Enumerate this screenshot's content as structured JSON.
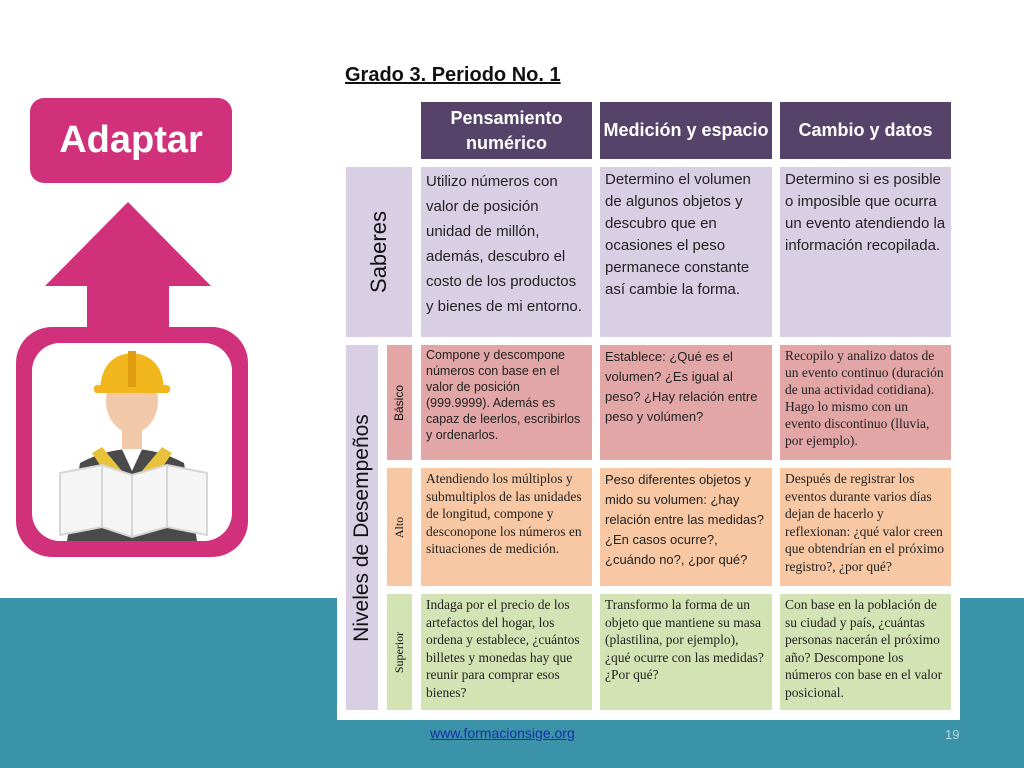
{
  "left": {
    "label": "Adaptar",
    "image_icon": "construction-worker-icon",
    "accent_color": "#d1307a"
  },
  "title": "Grado 3. Periodo No. 1",
  "columns": [
    "Pensamiento numérico",
    "Medición y espacio",
    "Cambio y datos"
  ],
  "saberes": {
    "label": "Saberes",
    "cells": [
      "Utilizo números con valor de posición unidad de millón, además, descubro el costo de los productos y bienes de mi entorno.",
      "Determino el volumen de algunos objetos y descubro que en ocasiones el peso permanece constante así cambie la forma.",
      "Determino si es posible o imposible que ocurra un evento atendiendo la información recopilada."
    ]
  },
  "niveles": {
    "label": "Niveles de Desempeños",
    "levels": [
      {
        "name": "Básico",
        "cells": [
          "Compone y descompone números con base en el valor de posición (999.9999). Además es capaz de leerlos, escribirlos y ordenarlos.",
          "Establece: ¿Qué es el volumen? ¿Es igual al peso? ¿Hay relación entre peso y volúmen?",
          "Recopilo y analizo datos de un evento continuo (duración de una actividad cotidiana). Hago lo mismo con un evento discontinuo (lluvia, por ejemplo)."
        ]
      },
      {
        "name": "Alto",
        "cells": [
          "Atendiendo los múltiplos y submultiplos de las unidades de longitud, compone y desconopone los números en situaciones de medición.",
          "Peso diferentes objetos y mido su volumen: ¿hay relación entre las medidas? ¿En casos ocurre?, ¿cuándo no?, ¿por qué?",
          "Después de registrar los eventos durante varios días dejan de hacerlo y reflexionan: ¿qué valor creen que obtendrían en el próximo registro?, ¿por qué?"
        ]
      },
      {
        "name": "Superior",
        "cells": [
          "Indaga por el precio de los artefactos del hogar, los ordena y establece, ¿cuántos billetes y monedas hay que reunir para comprar esos bienes?",
          "Transformo la forma de un objeto que mantiene su masa (plastilina, por ejemplo), ¿qué ocurre con las medidas? ¿Por qué?",
          "Con base en la población de su ciudad y país, ¿cuántas personas nacerán el próximo año? Descompone los números con base en el valor posicional."
        ]
      }
    ]
  },
  "footer": {
    "link": "www.formacionsige.org",
    "page": "19"
  }
}
